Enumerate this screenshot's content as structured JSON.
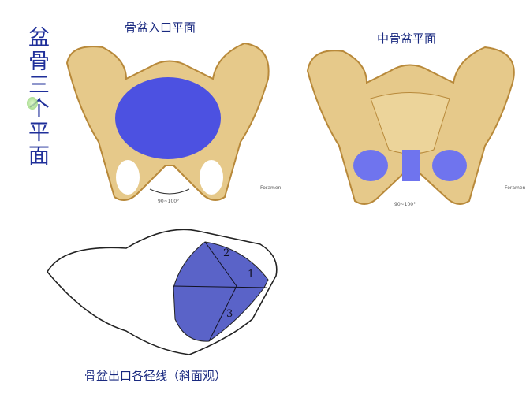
{
  "side_title": [
    "盆",
    "骨",
    "三",
    "个",
    "平",
    "面"
  ],
  "panels": {
    "inlet": {
      "title": "骨盆入口平面",
      "angle": "90~100°",
      "label_foramen": "Foramen"
    },
    "mid": {
      "title": "中骨盆平面",
      "angle": "90~100°",
      "label_foramen": "Foramen"
    },
    "outlet": {
      "caption": "骨盆出口各径线（斜面观）",
      "diameters": [
        "1",
        "2",
        "3"
      ]
    }
  },
  "colors": {
    "bone": "#e6c98a",
    "bone_dark": "#b8893a",
    "plane": "#3f46e8",
    "outlet_plane": "#5a63c8",
    "title": "#1f2f9a"
  }
}
